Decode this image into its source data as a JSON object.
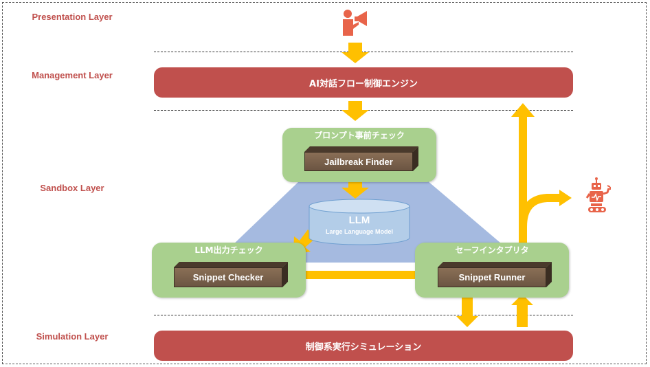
{
  "layers": {
    "presentation": "Presentation Layer",
    "management": "Management Layer",
    "sandbox": "Sandbox Layer",
    "simulation": "Simulation Layer"
  },
  "management_bar": "AI対話フロー制御エンジン",
  "simulation_bar": "制御系実行シミュレーション",
  "prompt_check": {
    "title": "プロンプト事前チェック",
    "module": "Jailbreak Finder"
  },
  "llm": {
    "name": "LLM",
    "subtitle": "Large Language Model"
  },
  "output_check": {
    "title": "LLM出力チェック",
    "module": "Snippet Checker"
  },
  "safe_interpreter": {
    "title": "セーフインタプリタ",
    "module": "Snippet Runner"
  },
  "icons": {
    "user": "person-megaphone-icon",
    "robot": "robot-icon"
  },
  "colors": {
    "layer_bar": "#c0504d",
    "module_box": "#a9d08e",
    "arrow": "#ffc000",
    "sandbox_region": "#9bb2dd",
    "module_label": "#6b5542"
  }
}
